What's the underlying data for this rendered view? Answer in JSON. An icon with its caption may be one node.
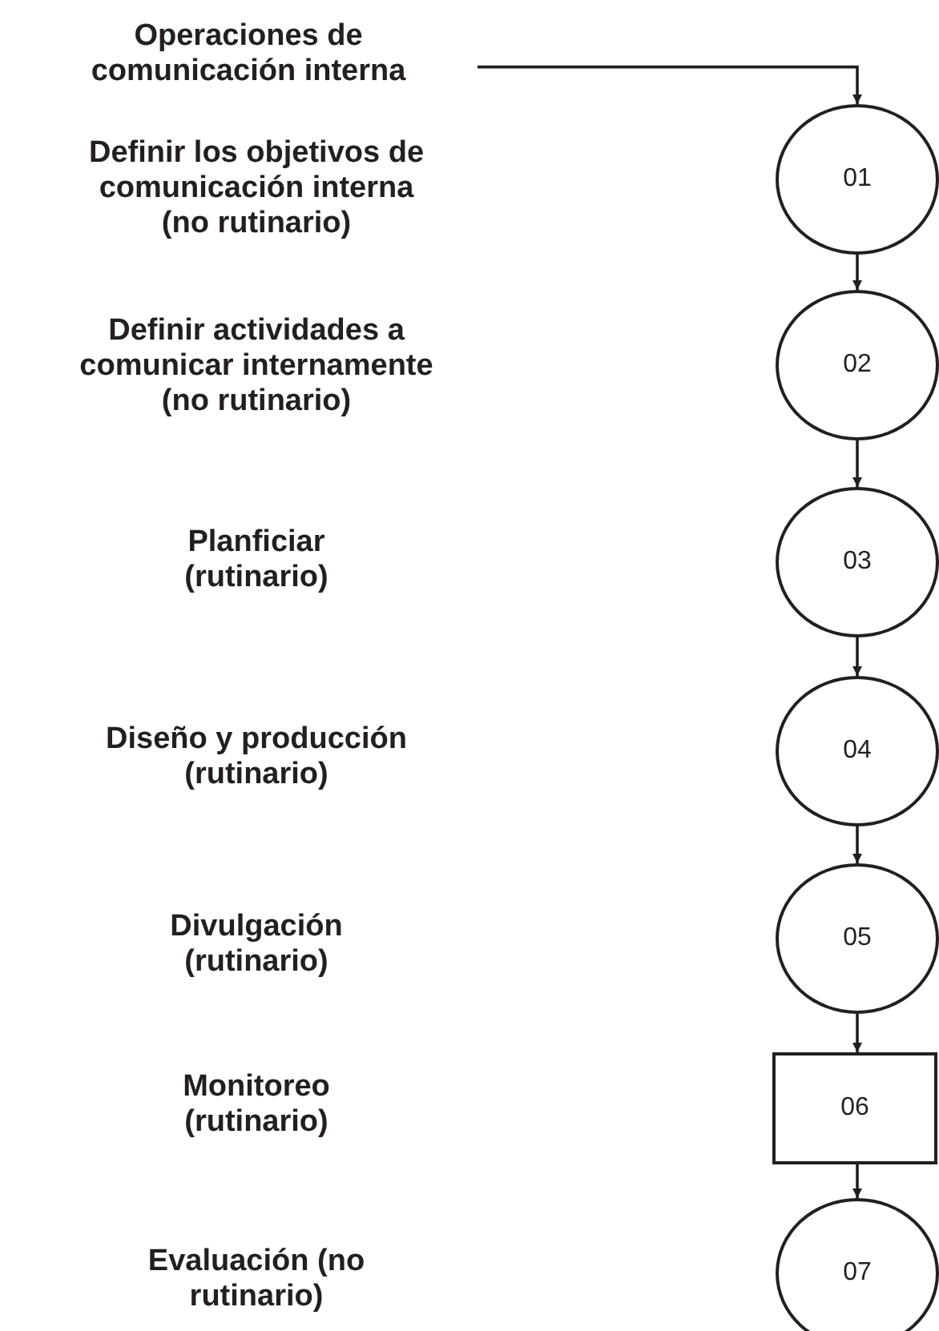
{
  "diagram": {
    "nodes": [
      {
        "text": [
          "Operaciones de comunicación interna"
        ]
      },
      {
        "text": [
          "01"
        ]
      },
      {
        "text": [
          "02"
        ]
      },
      {
        "text": [
          "03"
        ]
      },
      {
        "text": [
          "04"
        ]
      },
      {
        "text": [
          "05"
        ]
      },
      {
        "text": [
          "06"
        ]
      },
      {
        "text": [
          "07"
        ]
      }
    ],
    "edges": [
      {
        "from": 0,
        "to": 1,
        "arrow": "to"
      },
      {
        "from": 1,
        "to": 2,
        "arrow": "to"
      },
      {
        "from": 2,
        "to": 3,
        "arrow": "to"
      },
      {
        "from": 3,
        "to": 4,
        "arrow": "to"
      },
      {
        "from": 4,
        "to": 5,
        "arrow": "to"
      },
      {
        "from": 5,
        "to": 6,
        "arrow": "to"
      },
      {
        "from": 6,
        "to": 7,
        "arrow": "to"
      }
    ],
    "labels": [
      "Definir los objetivos de comunicación interna (no rutinario)",
      "Definir actividades a comunicar internamente (no rutinario)",
      "Planficiar (rutinario)",
      "Diseño y producción (rutinario)",
      "Divulgación (rutinario)",
      "Monitoreo (rutinario)",
      "Evaluación (no rutinario)"
    ]
  }
}
